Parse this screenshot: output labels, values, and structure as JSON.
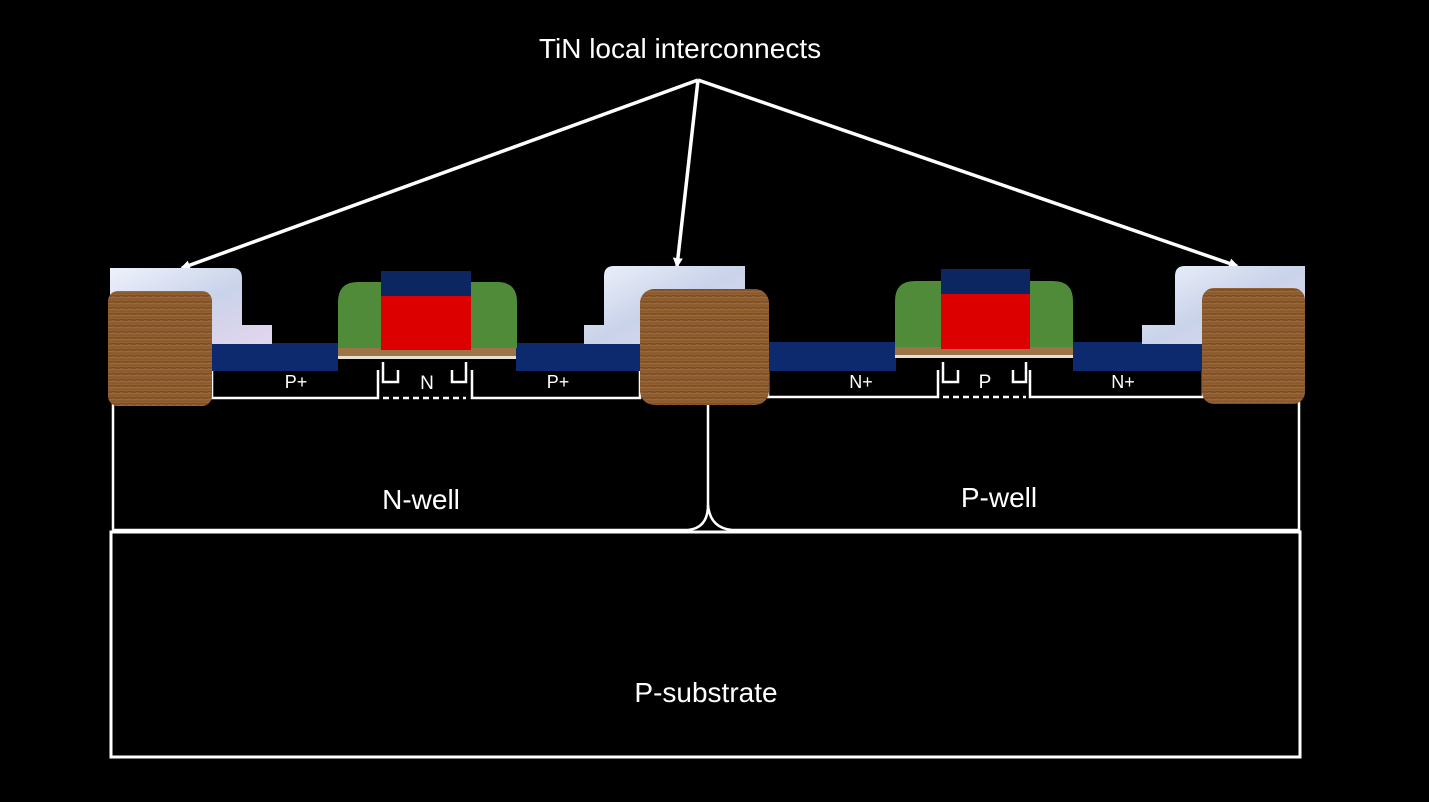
{
  "title": "TiN local interconnects",
  "regions": {
    "left_source": "P+",
    "left_channel": "N",
    "left_drain": "P+",
    "right_source": "N+",
    "right_channel": "P",
    "right_drain": "N+",
    "nwell": "N-well",
    "pwell": "P-well",
    "substrate": "P-substrate"
  },
  "colors": {
    "background": "#000000",
    "outline": "#ffffff",
    "silicide": "#0d2a6e",
    "gate_poly": "#dd0000",
    "gate_cap": "#0b2660",
    "spacer": "#4f8b39",
    "gate_oxide": "#9c7448",
    "tin": "#d5ddee",
    "sti": "#8a5a2b"
  }
}
